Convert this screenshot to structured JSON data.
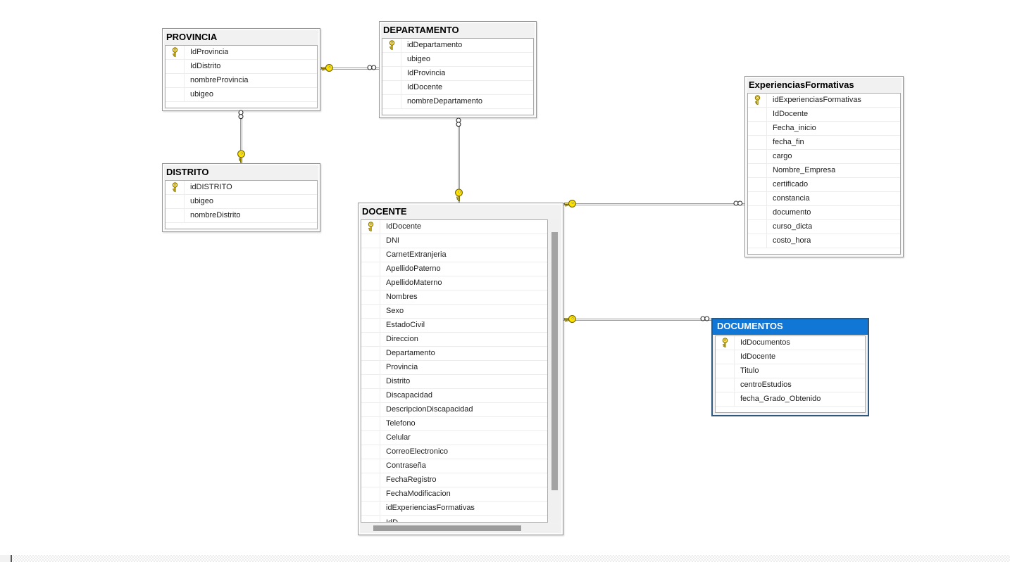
{
  "diagram": {
    "tables": [
      {
        "id": "provincia",
        "title": "PROVINCIA",
        "selected": false,
        "columns": [
          {
            "name": "IdProvincia",
            "pk": true
          },
          {
            "name": "IdDistrito",
            "pk": false
          },
          {
            "name": "nombreProvincia",
            "pk": false
          },
          {
            "name": "ubigeo",
            "pk": false
          }
        ]
      },
      {
        "id": "departamento",
        "title": "DEPARTAMENTO",
        "selected": false,
        "columns": [
          {
            "name": "idDepartamento",
            "pk": true
          },
          {
            "name": "ubigeo",
            "pk": false
          },
          {
            "name": "IdProvincia",
            "pk": false
          },
          {
            "name": "IdDocente",
            "pk": false
          },
          {
            "name": "nombreDepartamento",
            "pk": false
          }
        ]
      },
      {
        "id": "experienciasformativas",
        "title": "ExperienciasFormativas",
        "selected": false,
        "columns": [
          {
            "name": "idExperienciasFormativas",
            "pk": true
          },
          {
            "name": "IdDocente",
            "pk": false
          },
          {
            "name": "Fecha_inicio",
            "pk": false
          },
          {
            "name": "fecha_fin",
            "pk": false
          },
          {
            "name": "cargo",
            "pk": false
          },
          {
            "name": "Nombre_Empresa",
            "pk": false
          },
          {
            "name": "certificado",
            "pk": false
          },
          {
            "name": "constancia",
            "pk": false
          },
          {
            "name": "documento",
            "pk": false
          },
          {
            "name": "curso_dicta",
            "pk": false
          },
          {
            "name": "costo_hora",
            "pk": false
          }
        ]
      },
      {
        "id": "distrito",
        "title": "DISTRITO",
        "selected": false,
        "columns": [
          {
            "name": "idDISTRITO",
            "pk": true
          },
          {
            "name": "ubigeo",
            "pk": false
          },
          {
            "name": "nombreDistrito",
            "pk": false
          }
        ]
      },
      {
        "id": "docente",
        "title": "DOCENTE",
        "selected": false,
        "scrollable": true,
        "clipped_next_row": "IdD",
        "columns": [
          {
            "name": "IdDocente",
            "pk": true
          },
          {
            "name": "DNI",
            "pk": false
          },
          {
            "name": "CarnetExtranjeria",
            "pk": false
          },
          {
            "name": "ApellidoPaterno",
            "pk": false
          },
          {
            "name": "ApellidoMaterno",
            "pk": false
          },
          {
            "name": "Nombres",
            "pk": false
          },
          {
            "name": "Sexo",
            "pk": false
          },
          {
            "name": "EstadoCivil",
            "pk": false
          },
          {
            "name": "Direccion",
            "pk": false
          },
          {
            "name": "Departamento",
            "pk": false
          },
          {
            "name": "Provincia",
            "pk": false
          },
          {
            "name": "Distrito",
            "pk": false
          },
          {
            "name": "Discapacidad",
            "pk": false
          },
          {
            "name": "DescripcionDiscapacidad",
            "pk": false
          },
          {
            "name": "Telefono",
            "pk": false
          },
          {
            "name": "Celular",
            "pk": false
          },
          {
            "name": "CorreoElectronico",
            "pk": false
          },
          {
            "name": "Contraseña",
            "pk": false
          },
          {
            "name": "FechaRegistro",
            "pk": false
          },
          {
            "name": "FechaModificacion",
            "pk": false
          },
          {
            "name": "idExperienciasFormativas",
            "pk": false
          }
        ]
      },
      {
        "id": "documentos",
        "title": "DOCUMENTOS",
        "selected": true,
        "columns": [
          {
            "name": "IdDocumentos",
            "pk": true
          },
          {
            "name": "IdDocente",
            "pk": false
          },
          {
            "name": "Titulo",
            "pk": false
          },
          {
            "name": "centroEstudios",
            "pk": false
          },
          {
            "name": "fecha_Grado_Obtenido",
            "pk": false
          }
        ]
      }
    ],
    "relationships": [
      {
        "id": "provincia-departamento",
        "one_side": "PROVINCIA",
        "many_side": "DEPARTAMENTO"
      },
      {
        "id": "distrito-provincia",
        "one_side": "DISTRITO",
        "many_side": "PROVINCIA"
      },
      {
        "id": "docente-departamento",
        "one_side": "DOCENTE",
        "many_side": "DEPARTAMENTO"
      },
      {
        "id": "docente-experienciasformativas",
        "one_side": "DOCENTE",
        "many_side": "ExperienciasFormativas"
      },
      {
        "id": "docente-documentos",
        "one_side": "DOCENTE",
        "many_side": "DOCUMENTOS"
      }
    ],
    "scroll_state": {
      "docente_vertical_scrollbar": true,
      "docente_horizontal_scrollbar": true,
      "page_horizontal_scrollbar": true
    }
  },
  "colors": {
    "canvas_bg": "#ffffff",
    "table_frame_bg": "#f1f1f1",
    "table_border": "#969696",
    "grid_border": "#ababab",
    "row_separator": "#ededed",
    "row_text": "#1e1e1e",
    "selected_header_bg": "#1177d7",
    "selected_header_text": "#ffffff",
    "selected_border": "#30587d",
    "primary_key_gold": "#ffe14d",
    "relationship_line": "#9a9a9a",
    "scroll_thumb": "#a3a3a3",
    "scroll_track": "#f0f0f0"
  }
}
